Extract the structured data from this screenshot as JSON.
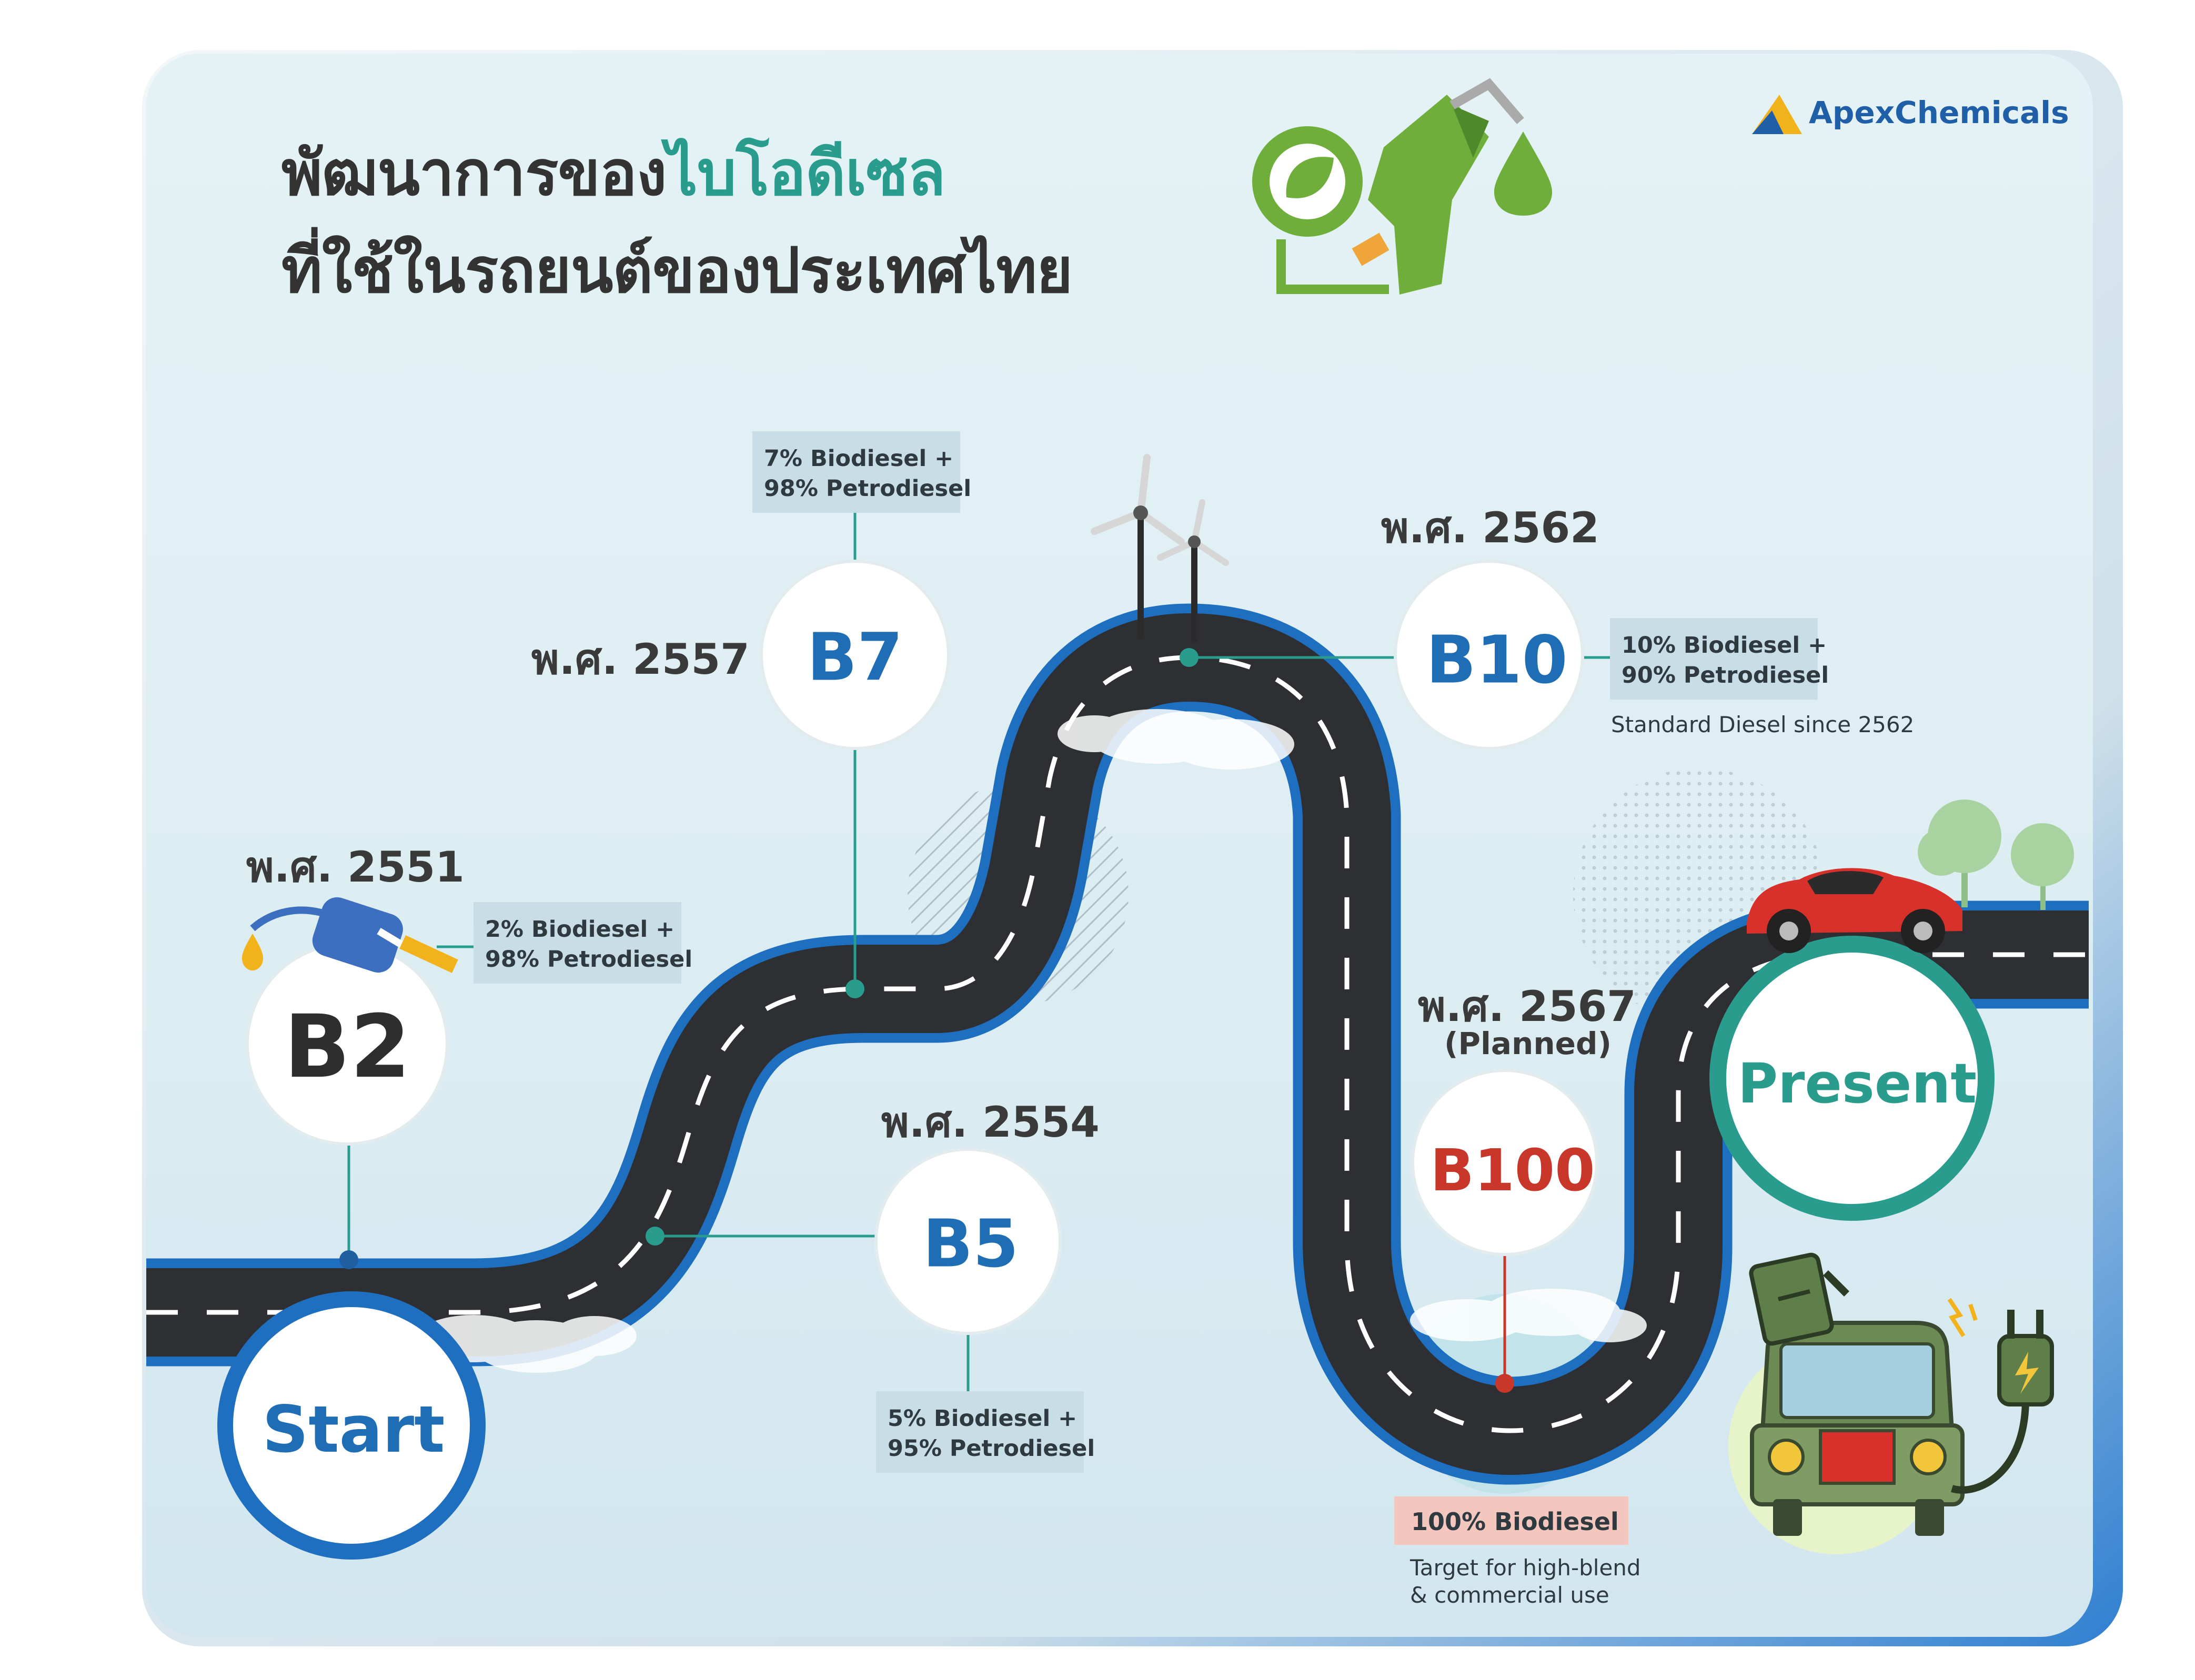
{
  "title": {
    "line1_prefix": "พัฒนาการของ",
    "line1_highlight": "ไบโอดีเซล",
    "line2": "ที่ใช้ในรถยนต์ของประเทศไทย"
  },
  "brand": {
    "name": "ApexChemicals",
    "logo_icon": "triangle-logo-icon"
  },
  "start_label": "Start",
  "present_label": "Present",
  "milestones": [
    {
      "code": "B2",
      "year": "พ.ศ. 2551",
      "blend": [
        "2% Biodiesel +",
        "98% Petrodiesel"
      ]
    },
    {
      "code": "B5",
      "year": "พ.ศ. 2554",
      "blend": [
        "5% Biodiesel +",
        "95% Petrodiesel"
      ]
    },
    {
      "code": "B7",
      "year": "พ.ศ. 2557",
      "blend": [
        "7% Biodiesel +",
        "98% Petrodiesel"
      ]
    },
    {
      "code": "B10",
      "year": "พ.ศ. 2562",
      "blend": [
        "10% Biodiesel +",
        "90% Petrodiesel"
      ],
      "note": "Standard Diesel since 2562"
    },
    {
      "code": "B100",
      "year": "พ.ศ. 2567",
      "status": "(Planned)",
      "blend": [
        "100% Biodiesel"
      ],
      "note": [
        "Target for high-blend",
        "& commercial use"
      ]
    }
  ],
  "icons": [
    "fuel-nozzle-leaf-icon",
    "fuel-nozzle-icon",
    "wind-turbine-icon",
    "red-car-icon",
    "tree-icon",
    "truck-icon",
    "fuel-can-icon",
    "plug-icon"
  ],
  "colors": {
    "road": "#2e2f33",
    "road_edge": "#1f6fc0",
    "teal": "#2a9c8e",
    "blue_text": "#1f6db5",
    "red_text": "#c8372a",
    "green_icon": "#6fae3a",
    "box_bg": "#c9dde6",
    "box_red": "#f3c7bd"
  }
}
